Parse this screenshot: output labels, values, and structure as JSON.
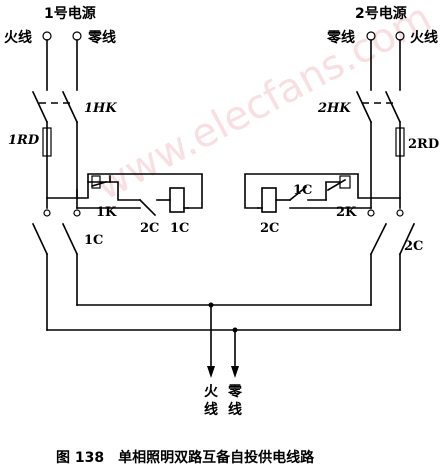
{
  "labels": {
    "source1": "1号电源",
    "source2": "2号电源",
    "live_left": "火线",
    "neutral_left": "零线",
    "neutral_right": "零线",
    "live_right": "火线",
    "hk1": "1HK",
    "hk2": "2HK",
    "rd1": "1RD",
    "rd2": "2RD",
    "k1": "1K",
    "k2": "2K",
    "c1_main": "1C",
    "c2_main": "2C",
    "c2_aux_left": "2C",
    "c1_coil_left": "1C",
    "c1_aux_right": "1C",
    "c2_coil_right": "2C",
    "out_live_1": "火",
    "out_live_2": "线",
    "out_neutral_1": "零",
    "out_neutral_2": "线",
    "watermark": "www.elecfans.com"
  },
  "caption": "图 138　单相照明双路互备自投供电线路"
}
